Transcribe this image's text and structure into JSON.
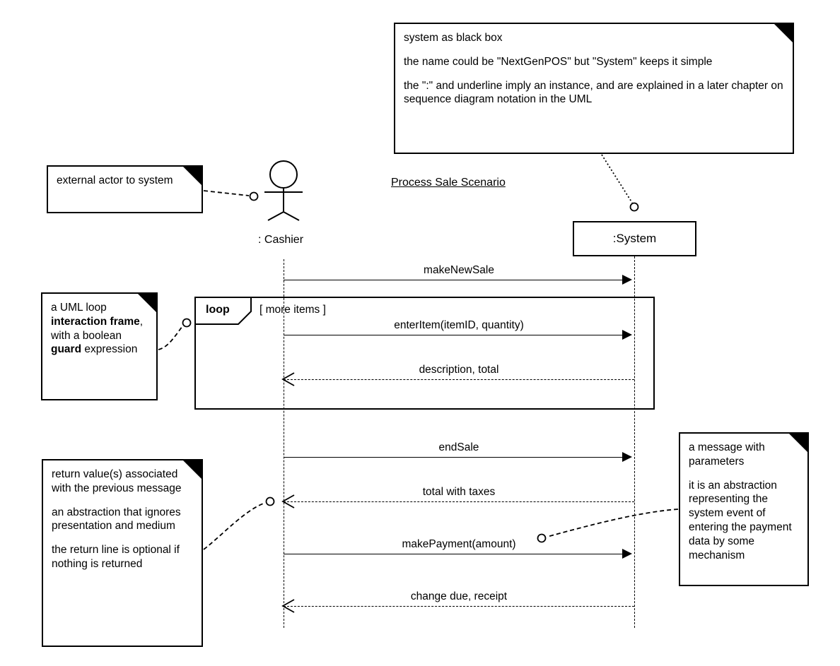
{
  "diagram": {
    "kind": "uml-system-sequence-diagram",
    "title": "Process Sale Scenario"
  },
  "participants": [
    {
      "id": "cashier",
      "label": ": Cashier",
      "shape": "actor-stick-figure"
    },
    {
      "id": "system",
      "label": ":System",
      "shape": "box"
    }
  ],
  "frames": [
    {
      "id": "loop",
      "operator": "loop",
      "guard": "[ more items ]"
    }
  ],
  "messages": [
    {
      "id": "m1",
      "label": "makeNewSale",
      "from": "cashier",
      "to": "system",
      "kind": "call"
    },
    {
      "id": "m2",
      "label": "enterItem(itemID, quantity)",
      "from": "cashier",
      "to": "system",
      "kind": "call"
    },
    {
      "id": "m3",
      "label": "description, total",
      "from": "system",
      "to": "cashier",
      "kind": "return"
    },
    {
      "id": "m4",
      "label": "endSale",
      "from": "cashier",
      "to": "system",
      "kind": "call"
    },
    {
      "id": "m5",
      "label": "total with taxes",
      "from": "system",
      "to": "cashier",
      "kind": "return"
    },
    {
      "id": "m6",
      "label": "makePayment(amount)",
      "from": "cashier",
      "to": "system",
      "kind": "call"
    },
    {
      "id": "m7",
      "label": "change due, receipt",
      "from": "system",
      "to": "cashier",
      "kind": "return"
    }
  ],
  "notes": {
    "system_black_box": {
      "paragraphs": [
        "system as black box",
        "the name could be \"NextGenPOS\" but \"System\" keeps it simple",
        "the \":\" and underline imply an instance, and are explained in a later chapter on sequence diagram notation in the UML"
      ]
    },
    "external_actor": {
      "paragraphs": [
        "external actor to system"
      ]
    },
    "loop_frame": {
      "rich_html": "a UML loop <b>interaction frame</b>, with a boolean <b>guard</b> expression"
    },
    "return_values": {
      "paragraphs": [
        "return value(s) associated with the previous message",
        "an abstraction that ignores presentation and medium",
        "the return line is optional if nothing is returned"
      ]
    },
    "message_parameters": {
      "paragraphs": [
        "a message with parameters",
        "it is an abstraction representing the system event of entering the payment data by some mechanism"
      ]
    }
  },
  "colors": {
    "stroke": "#000000",
    "background": "#ffffff"
  }
}
